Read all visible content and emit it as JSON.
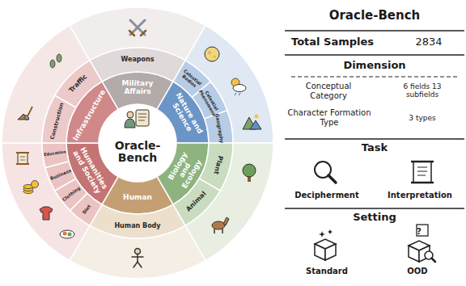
{
  "diagram": {
    "nodes": [
      {
        "text": [
          "Oracle-Bench"
        ]
      },
      {
        "text": [
          "Military Affairs"
        ]
      },
      {
        "text": [
          "Nature and Science"
        ]
      },
      {
        "text": [
          "Biology and Ecology"
        ]
      },
      {
        "text": [
          "Human"
        ]
      },
      {
        "text": [
          "Humanities and Society"
        ]
      },
      {
        "text": [
          "Infrastructure"
        ]
      },
      {
        "text": [
          "Weapons"
        ]
      },
      {
        "text": [
          "Celestial Bodies"
        ]
      },
      {
        "text": [
          "Celestial Phenomena"
        ]
      },
      {
        "text": [
          "Geography"
        ]
      },
      {
        "text": [
          "Plant"
        ]
      },
      {
        "text": [
          "Animal"
        ]
      },
      {
        "text": [
          "Human Body"
        ]
      },
      {
        "text": [
          "Diet"
        ]
      },
      {
        "text": [
          "Clothing"
        ]
      },
      {
        "text": [
          "Business"
        ]
      },
      {
        "text": [
          "Education"
        ]
      },
      {
        "text": [
          "Construction"
        ]
      },
      {
        "text": [
          "Traffic"
        ]
      },
      {
        "text": [
          "Oracle-Bench"
        ]
      },
      {
        "text": [
          "Total Samples",
          "2834"
        ]
      },
      {
        "text": [
          "Dimension",
          "Conceptual Category",
          "6 fields 13 subfields",
          "Character Formation Type",
          "3 types"
        ]
      },
      {
        "text": [
          "Task",
          "Decipherment",
          "Interpretation"
        ]
      },
      {
        "text": [
          "Setting",
          "Standard",
          "OOD"
        ]
      }
    ],
    "labels": [
      "?"
    ]
  }
}
